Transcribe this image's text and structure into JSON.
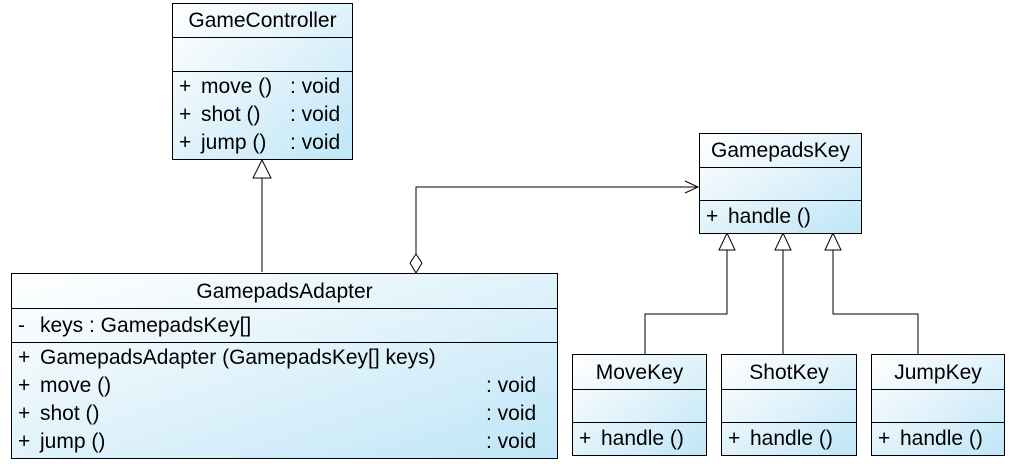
{
  "classes": {
    "game_controller": {
      "name": "GameController",
      "operations": [
        {
          "vis": "+",
          "name": "move ()",
          "ret": ": void"
        },
        {
          "vis": "+",
          "name": "shot ()",
          "ret": ": void"
        },
        {
          "vis": "+",
          "name": "jump ()",
          "ret": ": void"
        }
      ]
    },
    "gamepads_adapter": {
      "name": "GamepadsAdapter",
      "attributes": [
        {
          "vis": "-",
          "name": "keys : GamepadsKey[]"
        }
      ],
      "operations": [
        {
          "vis": "+",
          "name": "GamepadsAdapter (GamepadsKey[] keys)",
          "ret": ""
        },
        {
          "vis": "+",
          "name": "move ()",
          "ret": ": void"
        },
        {
          "vis": "+",
          "name": "shot ()",
          "ret": ": void"
        },
        {
          "vis": "+",
          "name": "jump ()",
          "ret": ": void"
        }
      ]
    },
    "gamepads_key": {
      "name": "GamepadsKey",
      "operations": [
        {
          "vis": "+",
          "name": "handle ()"
        }
      ]
    },
    "move_key": {
      "name": "MoveKey",
      "operations": [
        {
          "vis": "+",
          "name": "handle ()"
        }
      ]
    },
    "shot_key": {
      "name": "ShotKey",
      "operations": [
        {
          "vis": "+",
          "name": "handle ()"
        }
      ]
    },
    "jump_key": {
      "name": "JumpKey",
      "operations": [
        {
          "vis": "+",
          "name": "handle ()"
        }
      ]
    }
  },
  "colors": {
    "box_gradient_light": "#ffffff",
    "box_gradient_dark": "#bfe6f7",
    "line": "#000000"
  }
}
